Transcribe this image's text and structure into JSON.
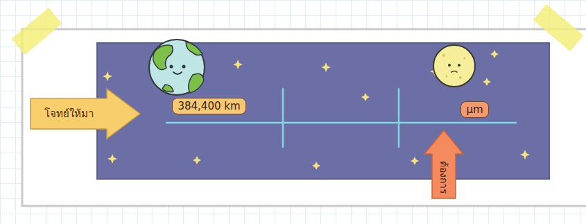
{
  "diagram": {
    "nodes": [
      {
        "text": [
          "โจทย์ให้มา"
        ]
      },
      {
        "text": [
          "384,400 km"
        ]
      },
      {
        "text": [
          "μm"
        ]
      },
      {
        "text": [
          "ต้องการ"
        ]
      }
    ]
  }
}
